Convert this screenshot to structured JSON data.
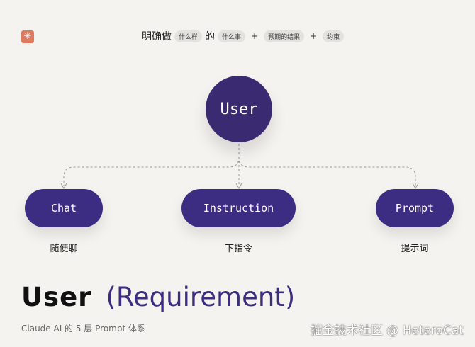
{
  "header": {
    "lead": "明确做",
    "tag1": "什么样",
    "connector": "的",
    "tag2": "什么事",
    "plus1": "+",
    "tag3": "预期的结果",
    "plus2": "+",
    "tag4": "约束"
  },
  "logo_icon": "sparkle-logo",
  "center": {
    "label": "User"
  },
  "nodes": [
    {
      "label": "Chat",
      "sublabel": "随便聊"
    },
    {
      "label": "Instruction",
      "sublabel": "下指令"
    },
    {
      "label": "Prompt",
      "sublabel": "提示词"
    }
  ],
  "title": {
    "bold": "User",
    "light": "(Requirement)"
  },
  "subtitle": "Claude AI 的 5 层 Prompt 体系",
  "watermark": "掘金技术社区 @ HeteroCat",
  "colors": {
    "background": "#f5f3ef",
    "node": "#3d2d82",
    "center": "#3a2a72",
    "logo": "#e07a5f",
    "connector": "#9a9a9a"
  }
}
